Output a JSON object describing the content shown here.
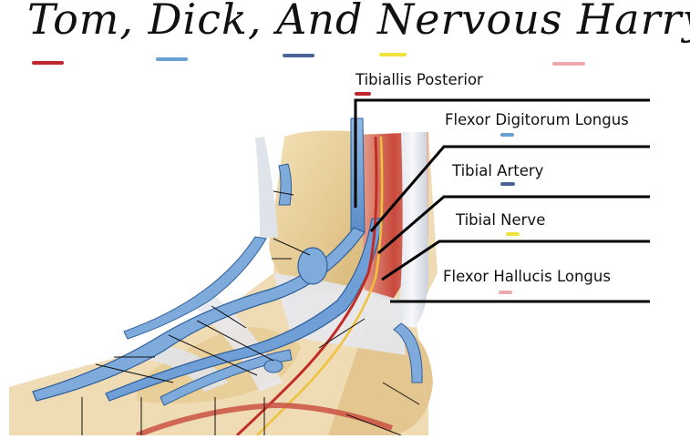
{
  "title": "Tom, Dick, And Nervous Harry",
  "colors": {
    "tom": "#c0272d",
    "dick": "#6a9fd3",
    "and": "#4a6296",
    "nervous": "#f2e33c",
    "harry": "#eea8b0"
  },
  "labels": [
    {
      "text": "Tibiallis Posterior",
      "color_key": "tom"
    },
    {
      "text": "Flexor Digitorum Longus",
      "color_key": "dick"
    },
    {
      "text": "Tibial Artery",
      "color_key": "and"
    },
    {
      "text": "Tibial Nerve",
      "color_key": "nervous"
    },
    {
      "text": "Flexor Hallucis Longus",
      "color_key": "harry"
    }
  ]
}
